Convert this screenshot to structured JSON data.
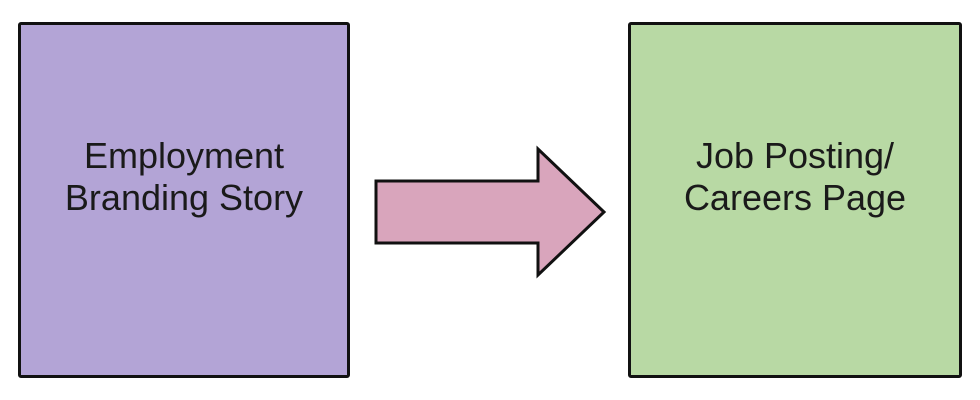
{
  "diagram": {
    "source": {
      "label": "Employment\nBranding Story",
      "fill": "#b3a4d6"
    },
    "connector": {
      "kind": "arrow",
      "direction": "right",
      "fill": "#d9a5bc"
    },
    "target": {
      "label": "Job Posting/\nCareers Page",
      "fill": "#b8d9a4"
    }
  }
}
